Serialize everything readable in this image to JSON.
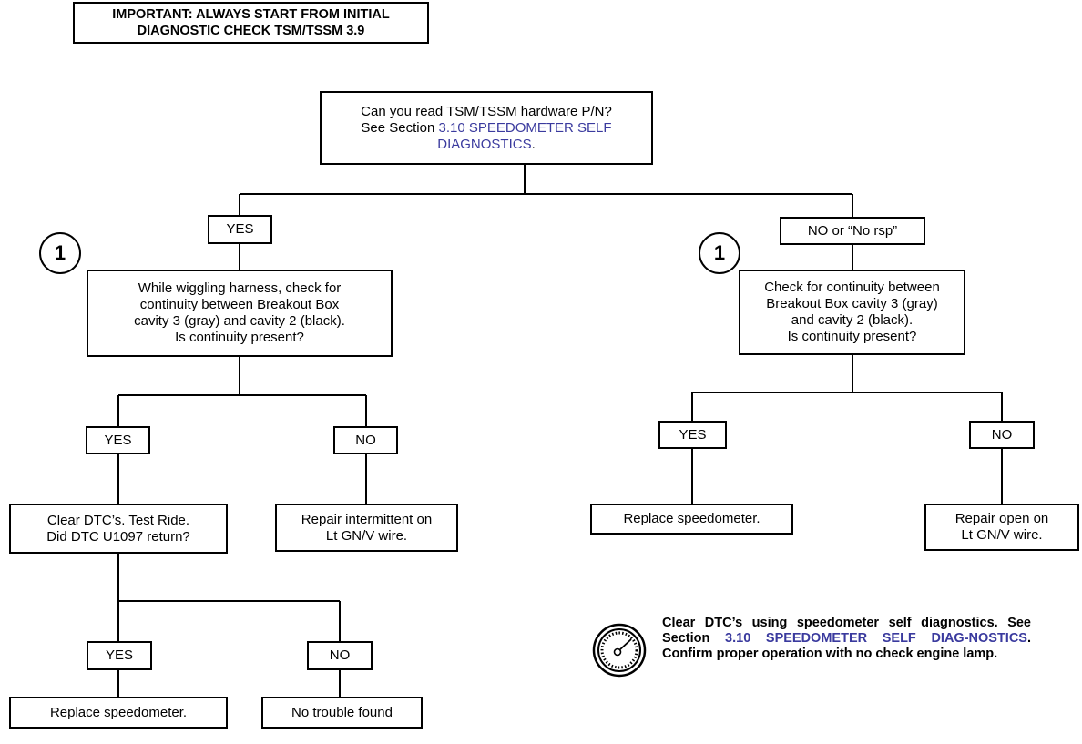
{
  "important": {
    "line1": "IMPORTANT: ALWAYS START FROM INITIAL",
    "line2": "DIAGNOSTIC CHECK TSM/TSSM 3.9"
  },
  "root": {
    "line1": "Can you read TSM/TSSM hardware P/N?",
    "line2_prefix": "See Section ",
    "link_part1": "3.10 SPEEDOMETER SELF",
    "link_part2": "DIAGNOSTICS",
    "suffix": "."
  },
  "labels": {
    "yes": "YES",
    "no": "NO",
    "no_or_no_rsp": "NO or “No rsp”"
  },
  "step_marker": "1",
  "left_check": {
    "lines": [
      "While wiggling harness, check for",
      "continuity between Breakout Box",
      "cavity 3 (gray) and cavity 2 (black).",
      "Is continuity present?"
    ]
  },
  "right_check": {
    "lines": [
      "Check for continuity between",
      "Breakout Box cavity 3 (gray)",
      "and cavity 2 (black).",
      "Is continuity present?"
    ]
  },
  "clear_dtc": {
    "line1": "Clear DTC’s. Test Ride.",
    "line2": "Did DTC U1097 return?"
  },
  "repair_intermittent": {
    "line1": "Repair intermittent on",
    "line2": "Lt GN/V wire."
  },
  "replace_speedometer": "Replace speedometer.",
  "repair_open": {
    "line1": "Repair open on",
    "line2": "Lt GN/V wire."
  },
  "no_trouble": "No trouble found",
  "note": {
    "prefix": "Clear DTC’s using speedometer self diagnostics. See Section ",
    "link": "3.10 SPEEDOMETER SELF DIAG-NOSTICS",
    "suffix": ". Confirm proper operation with no check engine lamp."
  },
  "icons": {
    "gauge": "speedometer-icon"
  }
}
